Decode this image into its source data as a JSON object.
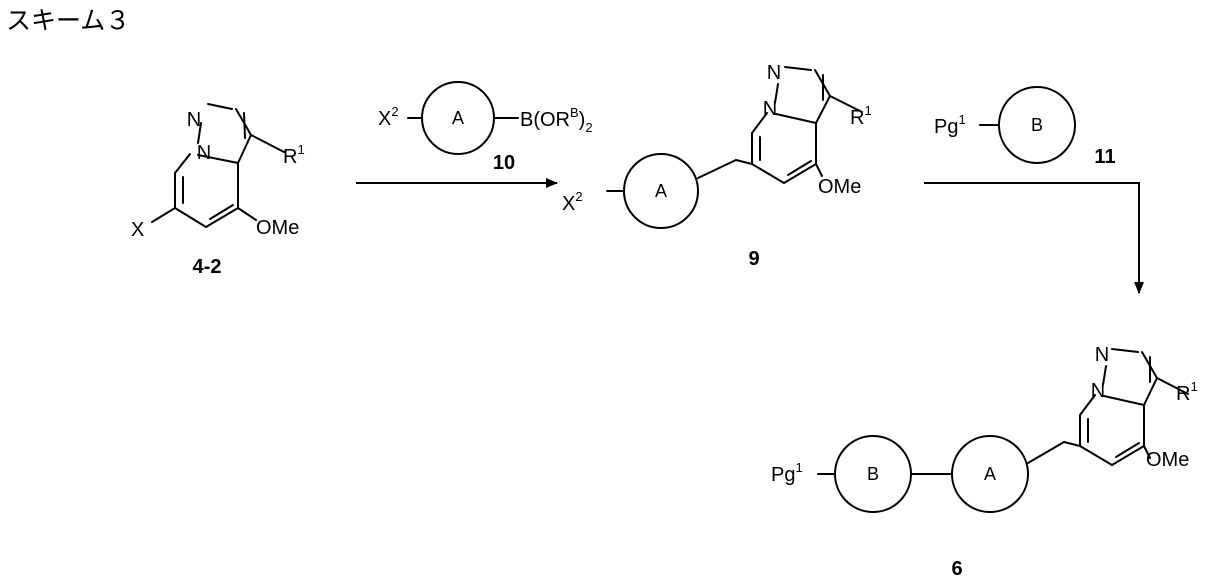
{
  "title": "スキーム３",
  "compound_4_2": {
    "id": "4-2",
    "atom_N1": "N",
    "atom_N2": "N",
    "substituent_R": "R",
    "substituent_R_sup": "1",
    "substituent_X": "X",
    "substituent_OMe": "OMe"
  },
  "reagent_10": {
    "id": "10",
    "x_label": "X",
    "x_sup": "2",
    "ring_label": "A",
    "boron_label": "B(OR",
    "boron_sup": "B",
    "boron_close": ")",
    "boron_sub": "2"
  },
  "compound_9": {
    "id": "9",
    "atom_N1": "N",
    "atom_N2": "N",
    "substituent_R": "R",
    "substituent_R_sup": "1",
    "x_label": "X",
    "x_sup": "2",
    "ring_label": "A",
    "substituent_OMe": "OMe"
  },
  "reagent_11": {
    "id": "11",
    "pg_label": "Pg",
    "pg_sup": "1",
    "ring_label": "B"
  },
  "compound_6": {
    "id": "6",
    "atom_N1": "N",
    "atom_N2": "N",
    "substituent_R": "R",
    "substituent_R_sup": "1",
    "pg_label": "Pg",
    "pg_sup": "1",
    "ring_B_label": "B",
    "ring_A_label": "A",
    "substituent_OMe": "OMe"
  }
}
